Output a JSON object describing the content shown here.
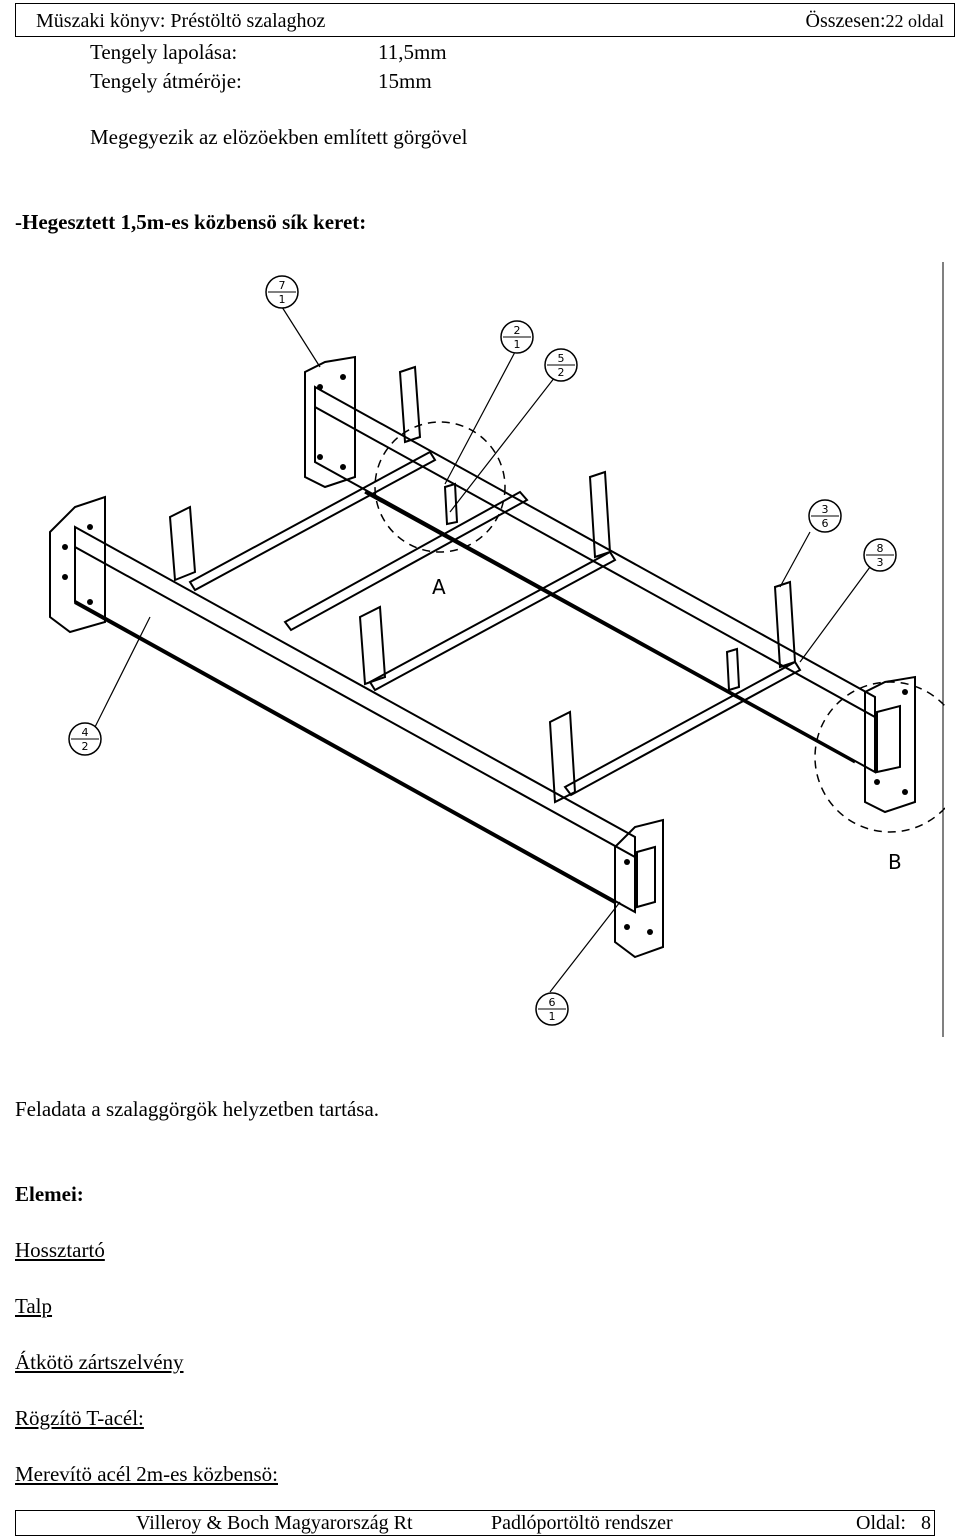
{
  "header": {
    "title": "Müszaki könyv: Préstöltö szalaghoz",
    "total_label": "Összesen:",
    "total_pages": "22 oldal"
  },
  "specs": [
    {
      "label": "Tengely lapolása:",
      "value": "11,5mm"
    },
    {
      "label": "Tengely átméröje:",
      "value": "15mm"
    }
  ],
  "note": "Megegyezik az elözöekben említett görgövel",
  "section_title": "-Hegesztett 1,5m-es közbensö sík keret:",
  "drawing": {
    "callouts": [
      {
        "top": "7",
        "bottom": "1"
      },
      {
        "top": "2",
        "bottom": "1"
      },
      {
        "top": "5",
        "bottom": "2"
      },
      {
        "top": "3",
        "bottom": "6"
      },
      {
        "top": "8",
        "bottom": "3"
      },
      {
        "top": "4",
        "bottom": "2"
      },
      {
        "top": "6",
        "bottom": "1"
      }
    ],
    "detail_a": "A",
    "detail_b": "B"
  },
  "purpose": "Feladata a szalaggörgök helyzetben tartása.",
  "elements_title": "Elemei:",
  "elements": [
    "Hossztartó",
    "Talp",
    "Átkötö zártszelvény",
    "Rögzítö T-acél:",
    "Merevítö acél 2m-es közbensö:"
  ],
  "footer": {
    "company": "Villeroy & Boch Magyarország Rt",
    "system": "Padlóportöltö rendszer",
    "page_label": "Oldal:",
    "page_number": "8"
  }
}
